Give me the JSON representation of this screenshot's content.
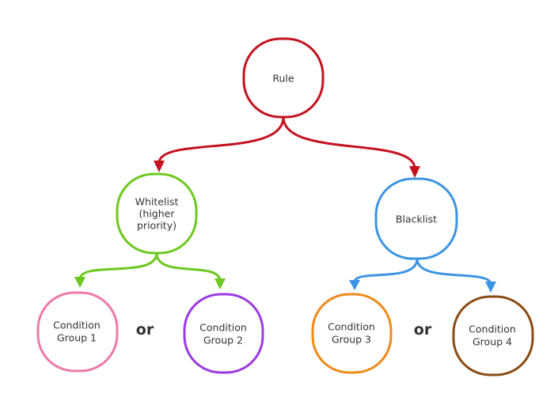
{
  "colors": {
    "rule": "#c4121f",
    "whitelist": "#6cc81e",
    "blacklist": "#3d94e2",
    "group1": "#ef79a6",
    "group2": "#9a3be0",
    "group3": "#ef8a18",
    "group4": "#8a4b14",
    "text": "#333333"
  },
  "nodes": {
    "rule": {
      "lines": [
        "Rule"
      ]
    },
    "whitelist": {
      "lines": [
        "Whitelist",
        "(higher",
        "priority)"
      ]
    },
    "blacklist": {
      "lines": [
        "Blacklist"
      ]
    },
    "group1": {
      "lines": [
        "Condition",
        "Group 1"
      ]
    },
    "group2": {
      "lines": [
        "Condition",
        "Group 2"
      ]
    },
    "group3": {
      "lines": [
        "Condition",
        "Group 3"
      ]
    },
    "group4": {
      "lines": [
        "Condition",
        "Group 4"
      ]
    }
  },
  "separators": {
    "left": "or",
    "right": "or"
  }
}
